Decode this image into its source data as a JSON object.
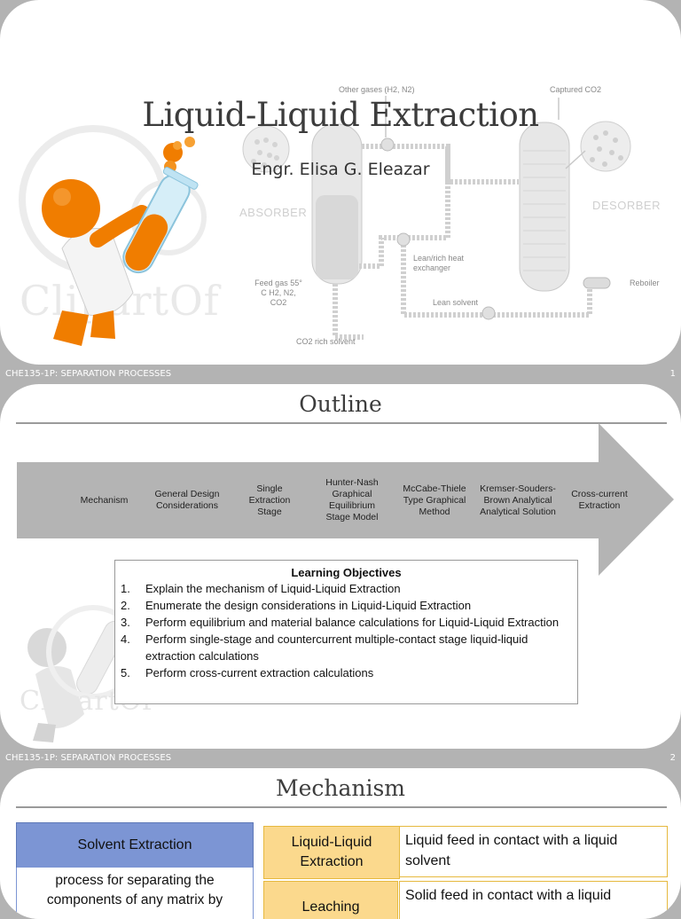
{
  "slides": [
    {
      "title": "Liquid-Liquid Extraction",
      "subtitle": "Engr. Elisa G. Eleazar",
      "diagram": {
        "other_gases": "Other gases (H2, N2)",
        "captured_co2": "Captured CO2",
        "absorber": "ABSORBER",
        "desorber": "DESORBER",
        "lean_rich": "Lean/rich heat exchanger",
        "feed_gas": "Feed gas 55° C H2, N2, CO2",
        "lean_solvent": "Lean solvent",
        "reboiler": "Reboiler",
        "co2_rich": "CO2 rich solvent"
      },
      "footer": "CHE135-1P: SEPARATION PROCESSES",
      "page": "1"
    },
    {
      "title": "Outline",
      "steps": [
        "Mechanism",
        "General Design Considerations",
        "Single Extraction Stage",
        "Hunter-Nash Graphical Equilibrium Stage Model",
        "McCabe-Thiele Type Graphical Method",
        "Kremser-Souders-Brown Analytical Analytical Solution",
        "Cross-current Extraction"
      ],
      "objectives_title": "Learning Objectives",
      "objectives": [
        {
          "num": "1.",
          "text": "Explain the mechanism of Liquid-Liquid Extraction"
        },
        {
          "num": "2.",
          "text": "Enumerate the design considerations in Liquid-Liquid Extraction"
        },
        {
          "num": "3.",
          "text": "Perform equilibrium and material balance calculations for Liquid-Liquid Extraction"
        },
        {
          "num": "4.",
          "text": "Perform single-stage and countercurrent multiple-contact stage liquid-liquid extraction calculations"
        },
        {
          "num": "5.",
          "text": "Perform cross-current extraction calculations"
        }
      ],
      "footer": "CHE135-1P: SEPARATION PROCESSES",
      "page": "2"
    },
    {
      "title": "Mechanism",
      "solvent_extraction": {
        "header": "Solvent Extraction",
        "body": "process for separating the components of any matrix by"
      },
      "types": [
        {
          "name": "Liquid-Liquid Extraction",
          "desc": "Liquid feed in contact with a liquid solvent"
        },
        {
          "name": "Leaching",
          "desc": "Solid feed in contact with a liquid"
        }
      ]
    }
  ],
  "colors": {
    "footer_bar": "#b3b3b3",
    "arrow": "#b4b4b4",
    "solvent_header": "#7c95d4",
    "type_key": "#fbd98d",
    "type_border": "#e6b93f",
    "mascot": "#f07d00"
  },
  "watermark_text": "ClipartOf"
}
